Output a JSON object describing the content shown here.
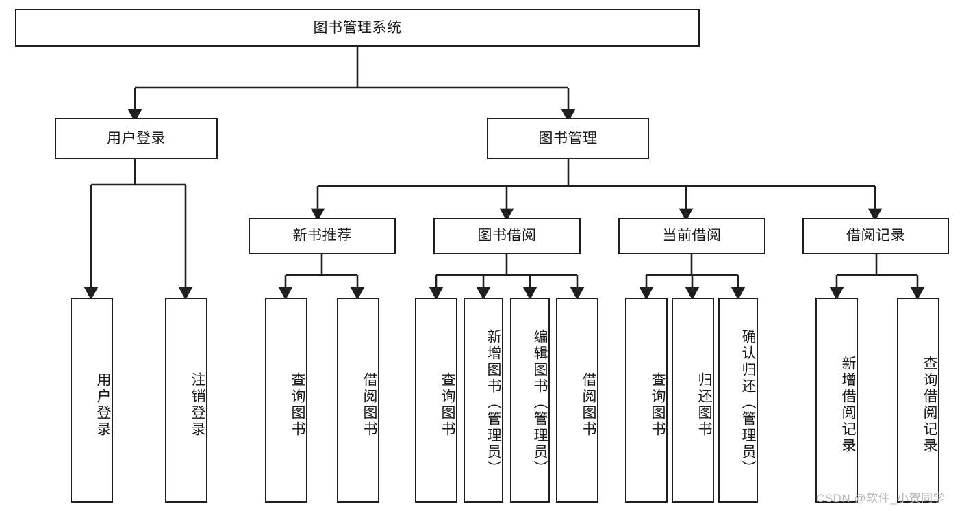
{
  "diagram": {
    "title": "图书管理系统",
    "type": "function-hierarchy-tree",
    "root": {
      "label": "图书管理系统"
    },
    "level2": [
      {
        "label": "用户登录"
      },
      {
        "label": "图书管理"
      }
    ],
    "level3": [
      {
        "label": "新书推荐"
      },
      {
        "label": "图书借阅"
      },
      {
        "label": "当前借阅"
      },
      {
        "label": "借阅记录"
      }
    ],
    "leaves": {
      "user_login": [
        {
          "label": "用户登录"
        },
        {
          "label": "注销登录"
        }
      ],
      "new_book_recommend": [
        {
          "label": "查询图书"
        },
        {
          "label": "借阅图书"
        }
      ],
      "book_borrow": [
        {
          "label": "查询图书"
        },
        {
          "label": "新增图书（管理员）"
        },
        {
          "label": "编辑图书（管理员）"
        },
        {
          "label": "借阅图书"
        }
      ],
      "current_borrow": [
        {
          "label": "查询图书"
        },
        {
          "label": "归还图书"
        },
        {
          "label": "确认归还（管理员）"
        }
      ],
      "borrow_record": [
        {
          "label": "新增借阅记录"
        },
        {
          "label": "查询借阅记录"
        }
      ]
    }
  },
  "watermark": {
    "text": "CSDN @软件_小贺同学"
  },
  "colors": {
    "stroke": "#1f1f1f",
    "fill": "#ffffff",
    "text": "#1a1a1a",
    "watermark": "#b9b9b9"
  }
}
